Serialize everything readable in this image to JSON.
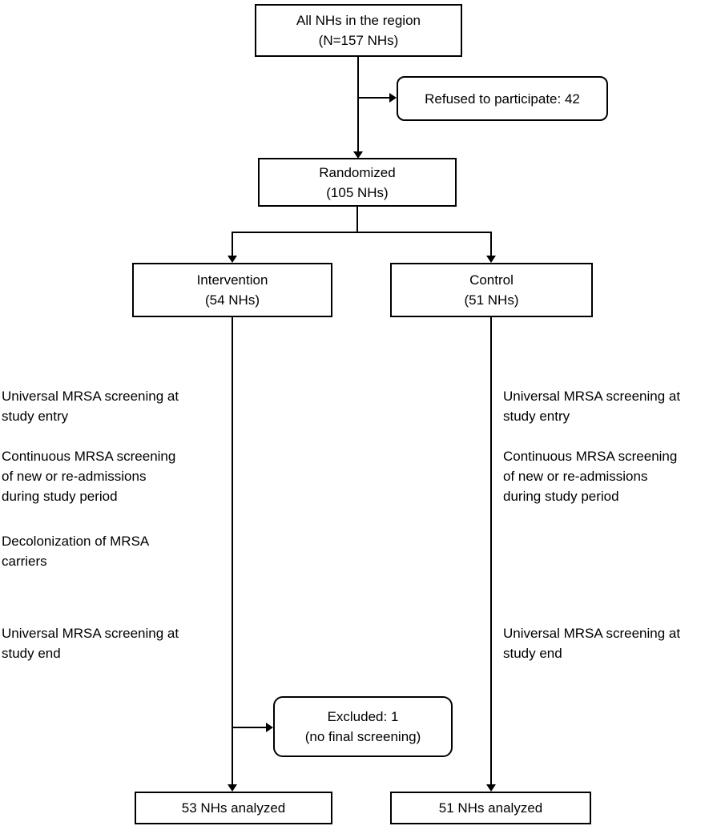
{
  "diagram": {
    "boxes": {
      "all_nhs": "All NHs in the region\n(N=157 NHs)",
      "refused": "Refused to participate: 42",
      "randomized": "Randomized\n(105 NHs)",
      "intervention": "Intervention\n(54 NHs)",
      "control": "Control\n(51 NHs)",
      "excluded": "Excluded: 1\n(no final screening)",
      "intervention_analyzed": "53 NHs analyzed",
      "control_analyzed": "51 NHs analyzed"
    },
    "annotations": {
      "left": [
        "Universal MRSA screening at\nstudy entry",
        "Continuous MRSA screening\nof new or re-admissions\nduring study period",
        "Decolonization of MRSA\ncarriers",
        "Universal MRSA screening at\nstudy end"
      ],
      "right": [
        "Universal MRSA screening at\nstudy entry",
        "Continuous MRSA screening\nof new or re-admissions\nduring study period",
        "Universal MRSA screening at\nstudy end"
      ]
    },
    "colors": {
      "line": "#000000",
      "box_border": "#000000",
      "text": "#000000",
      "background": "#ffffff"
    }
  }
}
